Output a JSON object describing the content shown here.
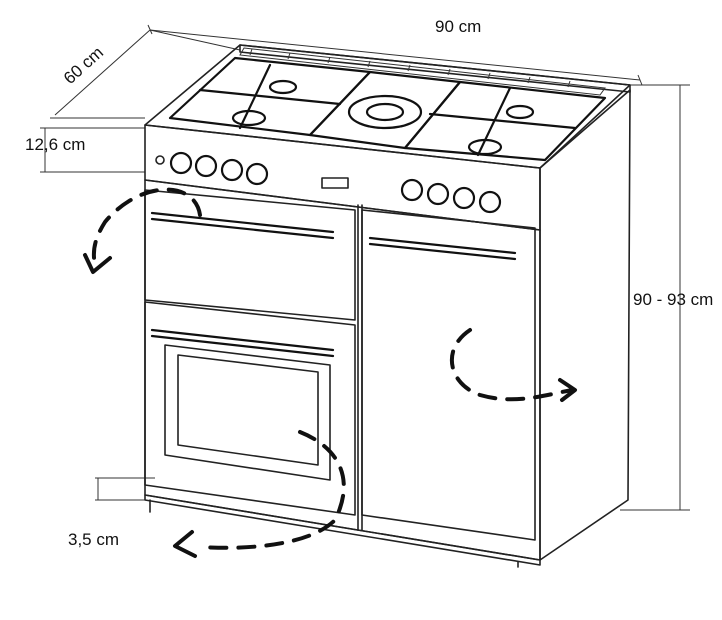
{
  "dimensions": {
    "width": "90 cm",
    "depth": "60 cm",
    "top_height": "12,6 cm",
    "height": "90 - 93 cm",
    "plinth": "3,5 cm"
  },
  "colors": {
    "outline": "#222222",
    "background": "#ffffff"
  }
}
